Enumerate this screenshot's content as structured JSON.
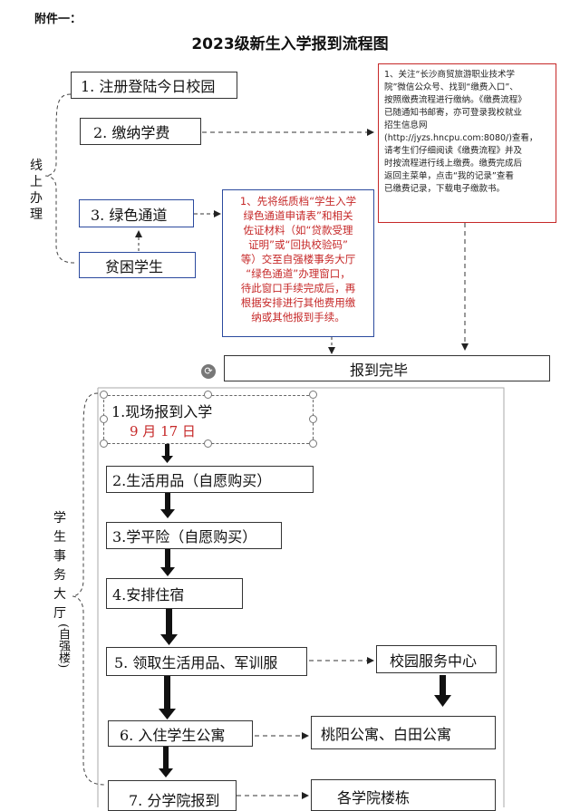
{
  "header": {
    "attachment_label": "附件一：",
    "title": "2023级新生入学报到流程图"
  },
  "online": {
    "side_label": [
      "线",
      "上",
      "办",
      "理"
    ],
    "step1": "1. 注册登陆今日校园",
    "step2": "2.  缴纳学费",
    "step3": "3.  绿色通道",
    "poor": "贫困学生",
    "payment_note": [
      "1、关注“长沙商贸旅游职业技术学",
      "院”微信公众号、找到“缴费入口”、",
      "按照缴费流程进行缴纳。《缴费流程》",
      "已随通知书邮寄，亦可登录我校就业",
      "招生信息网",
      "(http://jyzs.hncpu.com:8080/)查看，",
      "请考生们仔细阅读《缴费流程》并及",
      "时按流程进行线上缴费。缴费完成后",
      "返回主菜单，点击“我的记录”查看",
      "已缴费记录，下载电子缴款书。"
    ],
    "green_note": [
      "1、先将纸质档“学生入学",
      "绿色通道申请表”和相关",
      "佐证材料（如“贷款受理",
      "证明”或“回执校验码”",
      "等）交至自强楼事务大厅",
      "“绿色通道”办理窗口，",
      "待此窗口手续完成后，再",
      "根据安排进行其他费用缴",
      "纳或其他报到手续。"
    ],
    "done": "报到完毕"
  },
  "onsite": {
    "side_label": [
      "学",
      "生",
      "事",
      "务",
      "大",
      "厅",
      "(自强楼)"
    ],
    "step1": "1.现场报到入学",
    "step1_date": "9 月 17 日",
    "step2": "2.生活用品（自愿购买）",
    "step3": "3.学平险（自愿购买）",
    "step4": "4.安排住宿",
    "step5": "5.  领取生活用品、军训服",
    "step5_target": "校园服务中心",
    "step6": "6.  入住学生公寓",
    "step6_target": "桃阳公寓、白田公寓",
    "step7": "7.  分学院报到",
    "step7_target": "各学院楼栋"
  }
}
